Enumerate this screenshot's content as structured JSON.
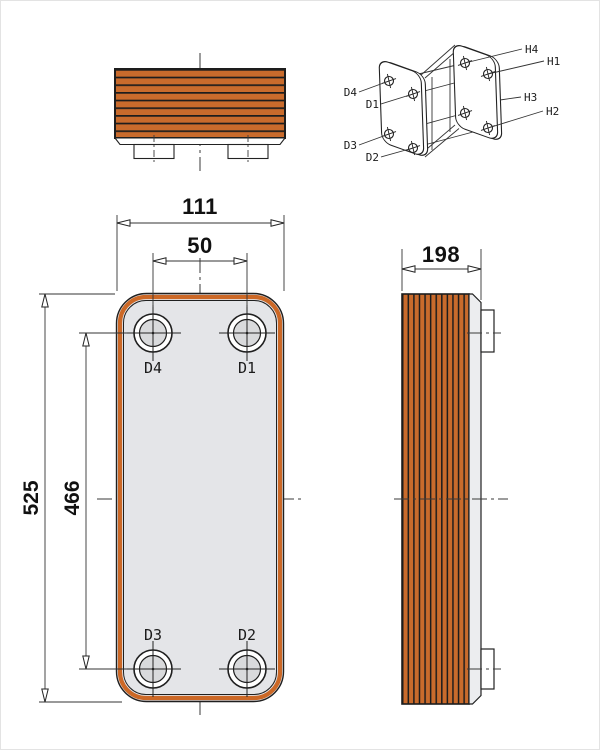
{
  "colors": {
    "orange": "#C96B2C",
    "orange_border": "#CC6826",
    "line_dark": "#222222",
    "plate_fill": "#E4E5E8",
    "port_fill": "#D9DADC",
    "band_fill": "#ECEDEF"
  },
  "front_view": {
    "dim_width": "111",
    "dim_port_spacing": "50",
    "dim_height": "525",
    "dim_port_vertical": "466",
    "ports": {
      "top_left": "D4",
      "top_right": "D1",
      "bottom_left": "D3",
      "bottom_right": "D2"
    }
  },
  "side_view": {
    "dim_depth": "198"
  },
  "iso_view": {
    "front_plate_ports": [
      "D4",
      "D1",
      "D3",
      "D2"
    ],
    "back_plate_ports": [
      "H4",
      "H1",
      "H3",
      "H2"
    ]
  }
}
